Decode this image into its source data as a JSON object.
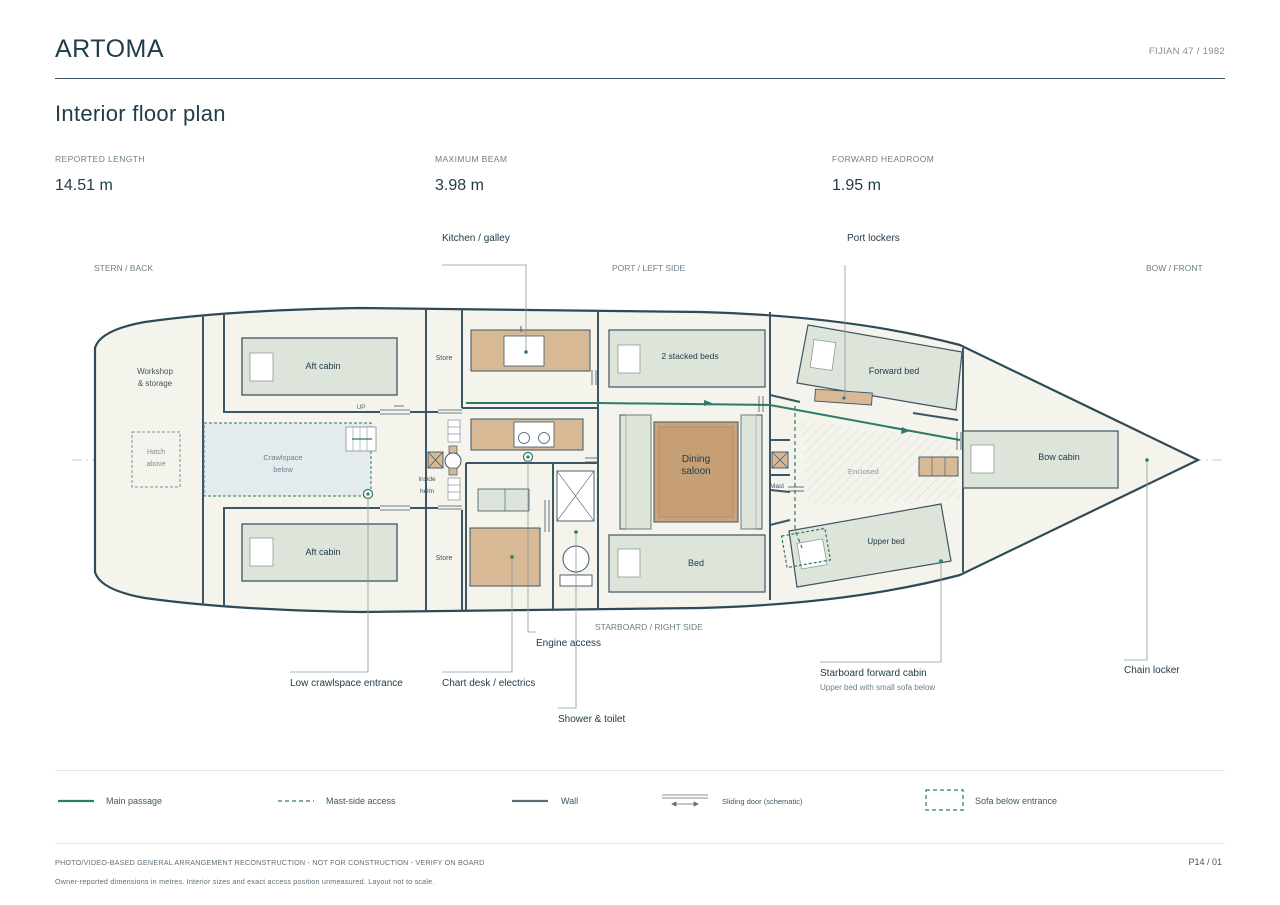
{
  "header": {
    "brand": "ARTOMA",
    "model": "FIJIAN 47  /  1982"
  },
  "page_title": "Interior floor plan",
  "stats": [
    {
      "label": "REPORTED LENGTH",
      "value": "14.51 m"
    },
    {
      "label": "MAXIMUM BEAM",
      "value": "3.98 m"
    },
    {
      "label": "FORWARD HEADROOM",
      "value": "1.95 m"
    }
  ],
  "orientation": {
    "stern": "STERN / BACK",
    "port": "PORT / LEFT SIDE",
    "bow": "BOW / FRONT",
    "starboard": "STARBOARD / RIGHT SIDE"
  },
  "rooms": {
    "workshop_line1": "Workshop",
    "workshop_line2": "& storage",
    "hatch_line1": "Hatch",
    "hatch_line2": "above",
    "aft_cabin_port": "Aft cabin",
    "aft_cabin_starboard": "Aft cabin",
    "crawlspace_line1": "Crawlspace",
    "crawlspace_line2": "below",
    "up": "UP",
    "store_port": "Store",
    "store_starboard": "Store",
    "inside_helm_line1": "Inside",
    "inside_helm_line2": "helm",
    "stacked_beds": "2 stacked beds",
    "dining_line1": "Dining",
    "dining_line2": "saloon",
    "bed": "Bed",
    "mast": "Mast",
    "forward_bed": "Forward bed",
    "enclosed": "Enclosed",
    "upper_bed": "Upper bed",
    "bow_cabin": "Bow cabin"
  },
  "callouts": {
    "kitchen": "Kitchen / galley",
    "port_lockers": "Port lockers",
    "engine_access": "Engine access",
    "low_crawlspace": "Low crawlspace entrance",
    "chart_desk": "Chart desk / electrics",
    "shower": "Shower & toilet",
    "starboard_forward_cabin": "Starboard forward cabin",
    "starboard_forward_sub": "Upper bed with small sofa below",
    "chain_locker": "Chain locker"
  },
  "legend": [
    {
      "label": "Main passage",
      "icon": "solid-green-line"
    },
    {
      "label": "Mast-side access",
      "icon": "dashed-green-line"
    },
    {
      "label": "Wall",
      "icon": "solid-grey-line"
    },
    {
      "label": "Sliding door (schematic)",
      "icon": "sliding-door-symbol"
    },
    {
      "label": "Sofa below entrance",
      "icon": "dashed-box"
    }
  ],
  "colors": {
    "hull_fill": "#f4f3ec",
    "wall": "#3e5663",
    "bed_fill": "#dde5da",
    "wood_fill": "#d7b996",
    "crawl_fill": "#e3ebee",
    "accent_green": "#2d7a68"
  },
  "footer": {
    "disclaimer": "PHOTO/VIDEO-BASED GENERAL ARRANGEMENT RECONSTRUCTION - NOT FOR CONSTRUCTION - VERIFY ON BOARD",
    "note": "Owner-reported dimensions in metres. Interior sizes and exact access position unmeasured. Layout not to scale.",
    "page": "P14  /  01"
  }
}
